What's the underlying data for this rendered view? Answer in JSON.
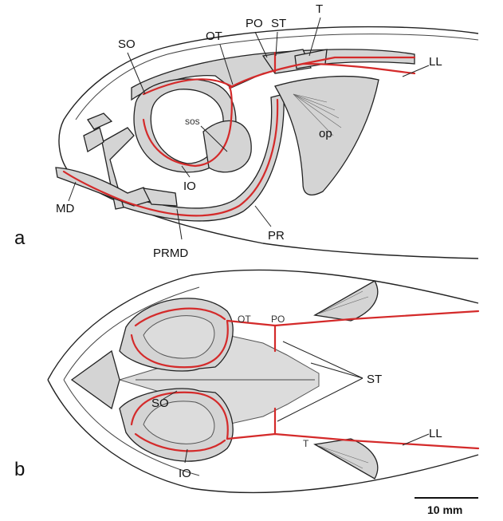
{
  "panels": {
    "a": "a",
    "b": "b"
  },
  "labels_a": {
    "SO": "SO",
    "OT": "OT",
    "PO": "PO",
    "ST": "ST",
    "T": "T",
    "LL": "LL",
    "sos": "sos",
    "op": "op",
    "IO": "IO",
    "MD": "MD",
    "PR": "PR",
    "PRMD": "PRMD"
  },
  "labels_b": {
    "OT": "OT",
    "PO": "PO",
    "ST": "ST",
    "SO": "SO",
    "T": "T",
    "LL": "LL",
    "IO": "IO"
  },
  "scale_bar": {
    "label": "10 mm"
  },
  "colors": {
    "canal": "#d42a2a",
    "bone": "#d4d4d4",
    "outline": "#222222"
  }
}
